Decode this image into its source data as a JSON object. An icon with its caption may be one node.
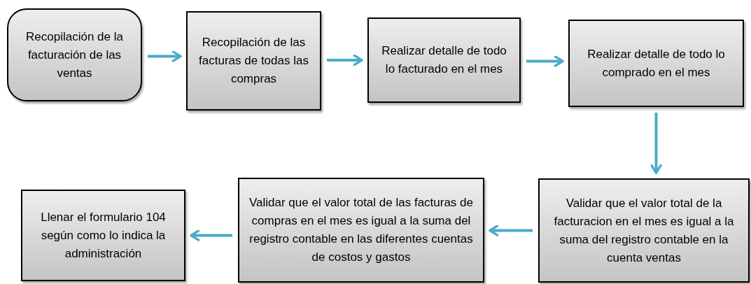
{
  "diagram": {
    "nodes": [
      {
        "text": [
          "Recopilación de la facturación de las ventas"
        ]
      },
      {
        "text": [
          "Recopilación de las facturas de todas las compras"
        ]
      },
      {
        "text": [
          "Realizar detalle de todo lo facturado en el mes"
        ]
      },
      {
        "text": [
          "Realizar detalle de todo lo comprado en el mes"
        ]
      },
      {
        "text": [
          "Validar que el valor total de la facturacion en el mes es igual a la suma del registro contable en la cuenta ventas"
        ]
      },
      {
        "text": [
          "Validar que el valor total de las facturas de compras en el mes es igual a la suma del registro contable en las diferentes cuentas de costos y gastos"
        ]
      },
      {
        "text": [
          "Llenar el formulario 104 según como lo indica la administración"
        ]
      }
    ],
    "edges": [
      {
        "from": 0,
        "to": 1,
        "arrow": "to"
      },
      {
        "from": 1,
        "to": 2,
        "arrow": "to"
      },
      {
        "from": 2,
        "to": 3,
        "arrow": "to"
      },
      {
        "from": 3,
        "to": 4,
        "arrow": "to"
      },
      {
        "from": 4,
        "to": 5,
        "arrow": "to"
      },
      {
        "from": 5,
        "to": 6,
        "arrow": "to"
      }
    ]
  }
}
